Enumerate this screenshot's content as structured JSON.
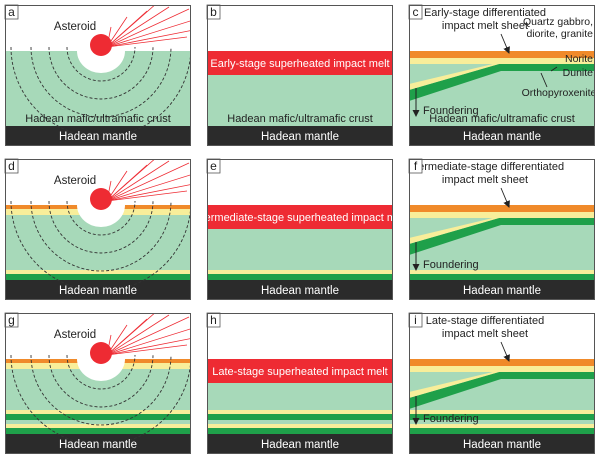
{
  "colors": {
    "crust": "#a7d9b9",
    "mantle": "#2b2b2b",
    "melt": "#ee2b33",
    "orange": "#f08a2a",
    "yellow": "#f8ee9a",
    "green": "#1fa04a",
    "border": "#555555",
    "ray": "#ee2b33",
    "sky": "#ffffff"
  },
  "labels": {
    "asteroid": "Asteroid",
    "crust": "Hadean mafic/ultramafic crust",
    "mantle": "Hadean mantle",
    "foundering": "Foundering",
    "early_melt": "Early-stage superheated impact melt",
    "intermediate_melt": "Intermediate-stage superheated impact melt",
    "late_melt": "Late-stage superheated impact melt",
    "early_sheet": [
      "Early-stage differentiated",
      "impact melt sheet"
    ],
    "intermediate_sheet": [
      "Intermediate-stage differentiated",
      "impact melt sheet"
    ],
    "late_sheet": [
      "Late-stage differentiated",
      "impact melt sheet"
    ],
    "quartz": [
      "Quartz gabbro,",
      "diorite, granite"
    ],
    "norite": "Norite",
    "dunite": "Dunite",
    "orthopyroxenite": "Orthopyroxenite"
  },
  "panels": [
    {
      "letter": "a",
      "kind": "impact",
      "layers": 0,
      "crust_label": true
    },
    {
      "letter": "b",
      "kind": "melt",
      "layers": 0,
      "melt_label": "early_melt",
      "crust_label": true
    },
    {
      "letter": "c",
      "kind": "sheet",
      "layers": 0,
      "sheet_label": "early_sheet",
      "detail_labels": true,
      "crust_label": true
    },
    {
      "letter": "d",
      "kind": "impact",
      "layers": 1,
      "crust_label": false
    },
    {
      "letter": "e",
      "kind": "melt",
      "layers": 1,
      "melt_label": "intermediate_melt",
      "crust_label": false
    },
    {
      "letter": "f",
      "kind": "sheet",
      "layers": 1,
      "sheet_label": "intermediate_sheet",
      "detail_labels": false,
      "crust_label": false
    },
    {
      "letter": "g",
      "kind": "impact",
      "layers": 2,
      "crust_label": false
    },
    {
      "letter": "h",
      "kind": "melt",
      "layers": 2,
      "melt_label": "late_melt",
      "crust_label": false
    },
    {
      "letter": "i",
      "kind": "sheet",
      "layers": 2,
      "sheet_label": "late_sheet",
      "detail_labels": false,
      "crust_label": false
    }
  ]
}
